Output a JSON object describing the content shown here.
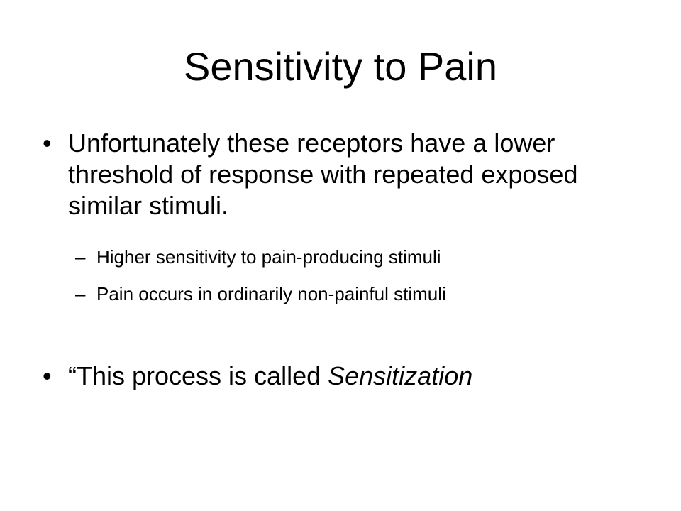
{
  "slide": {
    "title": "Sensitivity to Pain",
    "bullet_glyph": "•",
    "dash_glyph": "–",
    "bullets": [
      {
        "text": "Unfortunately these receptors have a lower threshold of response with repeated exposed similar stimuli.",
        "subs": [
          "Higher sensitivity to pain-producing stimuli",
          "Pain occurs in ordinarily non-painful stimuli"
        ]
      },
      {
        "prefix": "“This process is called ",
        "emphasis": "Sensitization"
      }
    ]
  }
}
